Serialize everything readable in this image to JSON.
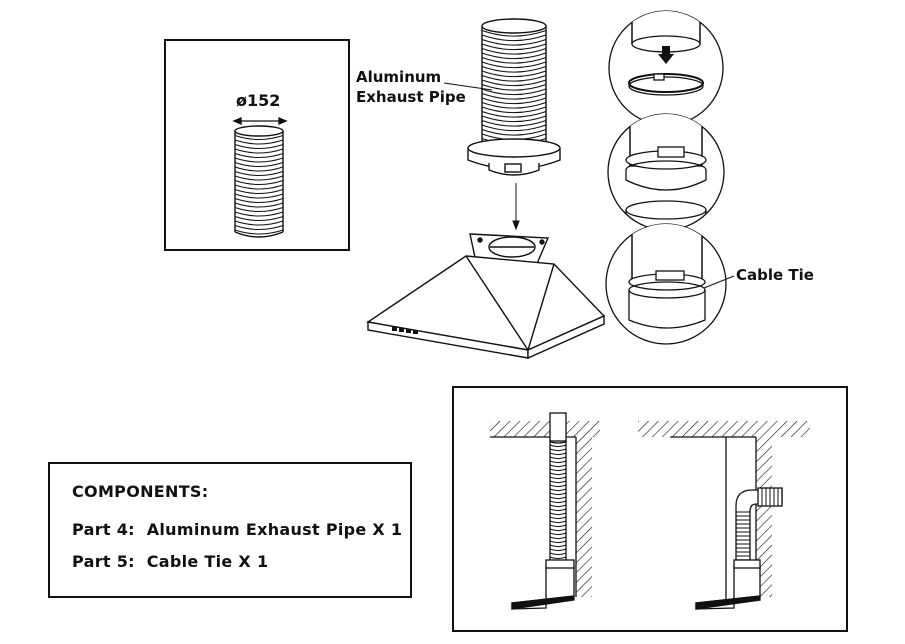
{
  "labels": {
    "diameter": "ø152",
    "exhaust_pipe": [
      "Aluminum",
      "Exhaust Pipe"
    ],
    "cable_tie": "Cable Tie"
  },
  "components": {
    "title": "COMPONENTS:",
    "parts": [
      {
        "label": "Part 4:",
        "name": "Aluminum Exhaust Pipe X 1"
      },
      {
        "label": "Part 5:",
        "name": "Cable Tie X 1"
      }
    ]
  }
}
